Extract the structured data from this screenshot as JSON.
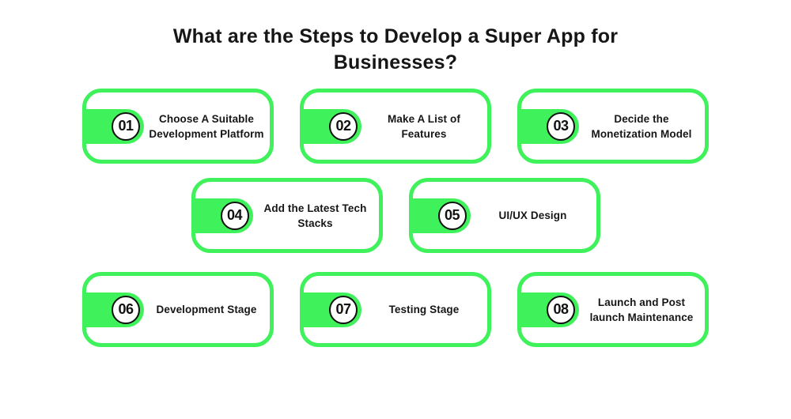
{
  "title": "What are the Steps to Develop a Super App for Businesses?",
  "colors": {
    "accent_green": "#3ff15a",
    "text_dark": "#161616",
    "background": "#ffffff",
    "circle_ring": "#111111"
  },
  "steps": [
    {
      "number": "01",
      "label": "Choose A Suitable\nDevelopment Platform"
    },
    {
      "number": "02",
      "label": "Make A List of\nFeatures"
    },
    {
      "number": "03",
      "label": "Decide the\nMonetization Model"
    },
    {
      "number": "04",
      "label": "Add the Latest Tech\nStacks"
    },
    {
      "number": "05",
      "label": "UI/UX Design"
    },
    {
      "number": "06",
      "label": "Development Stage"
    },
    {
      "number": "07",
      "label": "Testing Stage"
    },
    {
      "number": "08",
      "label": "Launch and Post\nlaunch Maintenance"
    }
  ]
}
